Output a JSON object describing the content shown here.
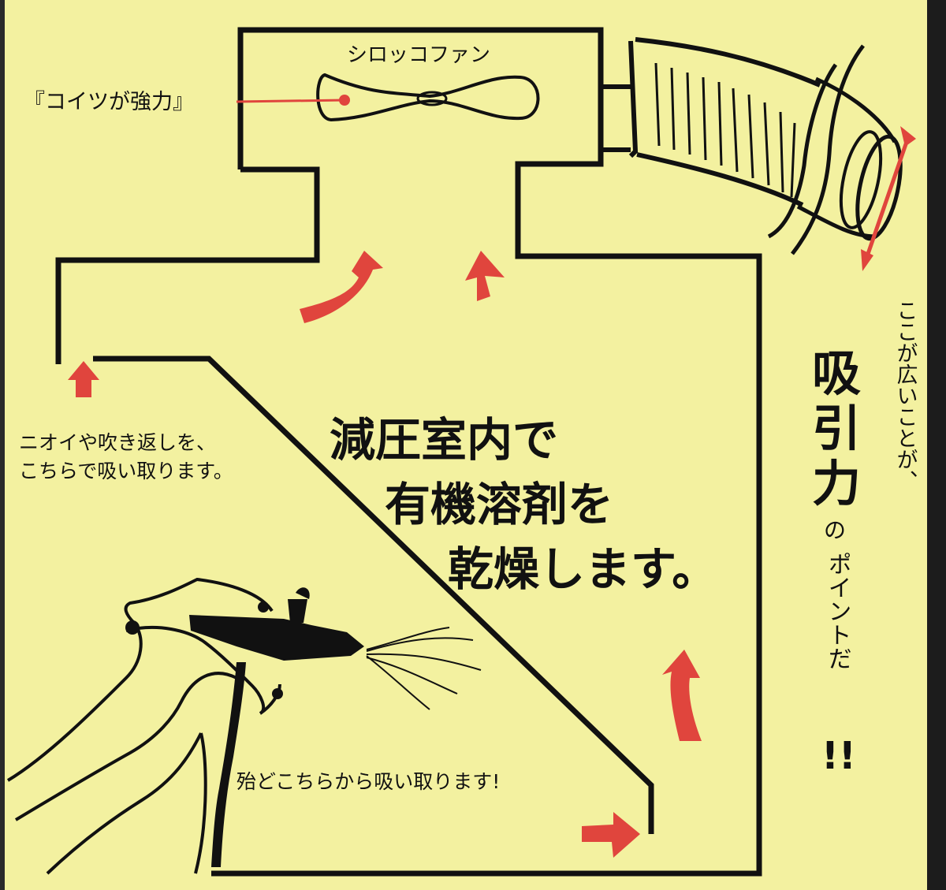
{
  "labels": {
    "fan": "シロッコファン",
    "fan_note": "『コイツが強力』",
    "odor_line1": "ニオイや吹き返しを、",
    "odor_line2": "こちらで吸い取ります。",
    "main_line1": "減圧室内で",
    "main_line2": "有機溶剤を",
    "main_line3": "乾燥します。",
    "bottom_note": "殆どこちらから吸い取ります!",
    "side_small": "ここが広いことが、",
    "side_big_1": "吸",
    "side_big_2": "引",
    "side_big_3": "力",
    "side_no": "の",
    "side_point": "ポイントだ",
    "side_exclaim": "!!"
  },
  "colors": {
    "paper": "#f3f1a0",
    "ink": "#111111",
    "accent_red": "#e0453d"
  }
}
